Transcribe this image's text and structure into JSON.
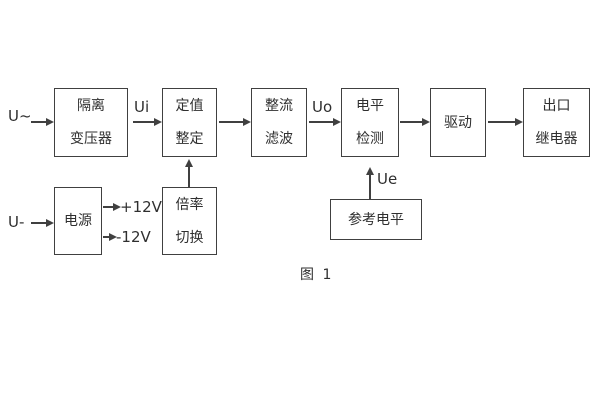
{
  "diagram": {
    "caption": "图 1",
    "colors": {
      "line": "#404040",
      "text": "#2f2f2f",
      "background": "#ffffff"
    },
    "blocks": [
      {
        "id": "isolation-transformer",
        "lines": [
          "隔离",
          "变压器"
        ]
      },
      {
        "id": "setpoint-adjust",
        "lines": [
          "定值",
          "整定"
        ]
      },
      {
        "id": "rectifier-filter",
        "lines": [
          "整流",
          "滤波"
        ]
      },
      {
        "id": "level-detect",
        "lines": [
          "电平",
          "检测"
        ]
      },
      {
        "id": "drive",
        "lines": [
          "驱动"
        ]
      },
      {
        "id": "output-relay",
        "lines": [
          "出口",
          "继电器"
        ]
      },
      {
        "id": "power-supply",
        "lines": [
          "电源"
        ]
      },
      {
        "id": "ratio-switch",
        "lines": [
          "倍率",
          "切换"
        ]
      },
      {
        "id": "reference-level",
        "lines": [
          "参考电平"
        ]
      }
    ],
    "labels": {
      "input_ac": "U~",
      "input_dc": "U-",
      "ui": "Ui",
      "uo": "Uo",
      "ue": "Ue",
      "plus12v": "+12V",
      "minus12v": "-12V"
    }
  }
}
